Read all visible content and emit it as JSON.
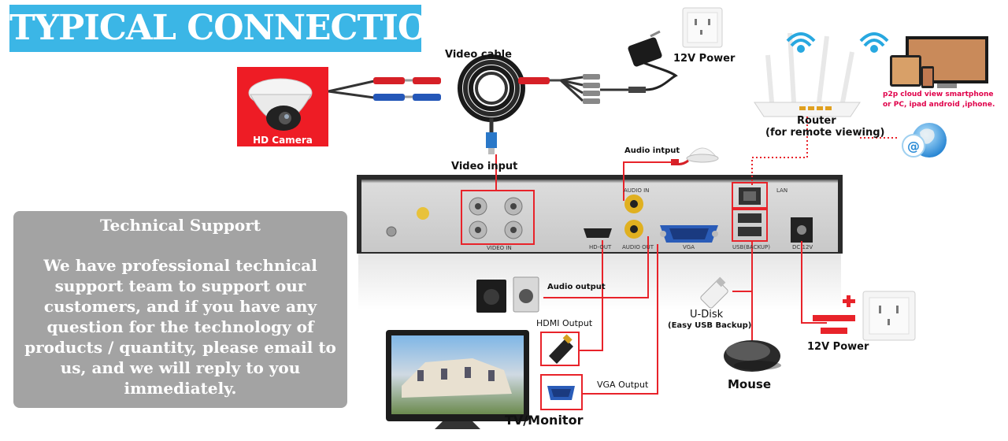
{
  "title": "TYPICAL CONNECTION",
  "labels": {
    "video_cable": "Video cable",
    "power_top": "12V Power",
    "hd_camera": "HD Camera",
    "video_input": "Video input",
    "audio_input": "Audio intput",
    "router": "Router",
    "router_sub": "(for remote viewing)",
    "phone_line1": "p2p cloud  view smartphone",
    "phone_line2": "or PC, ipad android ,iphone.",
    "audio_output": "Audio output",
    "hdmi_output": "HDMI Output",
    "vga_output": "VGA Output",
    "tv_monitor": "TV/Monitor",
    "udisk": "U-Disk",
    "udisk_sub": "(Easy USB Backup)",
    "mouse": "Mouse",
    "power_bottom": "12V Power",
    "video_in_port": "VIDEO IN",
    "hd_out_port": "HD-OUT",
    "vga_port": "VGA",
    "audio_in_port": "AUDIO IN",
    "audio_out_port": "AUDIO OUT",
    "dc_port": "DC 12V",
    "lan_port": "LAN",
    "usb_port": "USB(BACKUP)"
  },
  "support": {
    "title": "Technical Support",
    "body": "We have professional technical support team to support our customers, and if you have any question for the technology of  products / quantity, please email to us, and we will reply to you immediately."
  },
  "colors": {
    "banner": "#3bb6e6",
    "support_box": "#a3a3a3",
    "connection_line": "#e8232a",
    "camera_bg": "#ee1c25",
    "dvr_body": "#2a2a2a"
  },
  "icons": [
    "dome-camera-icon",
    "coil-cable-icon",
    "power-adapter-icon",
    "wall-socket-icon",
    "router-icon",
    "wifi-icon",
    "devices-icon",
    "globe-icon",
    "microphone-icon",
    "speakers-icon",
    "hdmi-plug-icon",
    "vga-plug-icon",
    "monitor-icon",
    "usb-drive-icon",
    "mouse-icon",
    "battery-icon"
  ]
}
